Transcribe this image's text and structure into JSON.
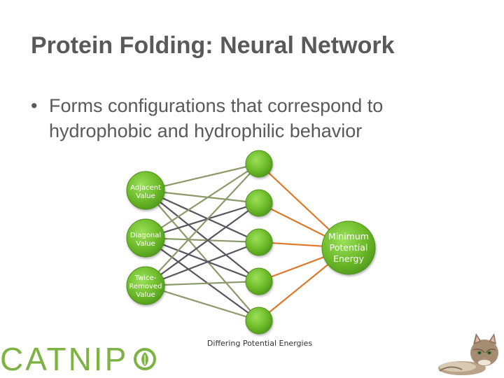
{
  "slide": {
    "title": "Protein Folding: Neural Network",
    "bullets": [
      {
        "text": "Forms configurations that correspond to hydrophobic and hydrophilic behavior"
      }
    ],
    "bullet_char": "•"
  },
  "diagram": {
    "inputs": [
      {
        "lines": [
          "Adjacent",
          "Value"
        ]
      },
      {
        "lines": [
          "Diagonal",
          "Value"
        ]
      },
      {
        "lines": [
          "Twice-",
          "Removed",
          "Value"
        ]
      }
    ],
    "hidden_count": 5,
    "output": {
      "lines": [
        "Minimum",
        "Potential",
        "Energy"
      ]
    },
    "caption": "Differing Potential Energies",
    "colors": {
      "node": "#6dbb2a",
      "node_edge": "#4f8f1a",
      "input_edge_green": "#8b9a6a",
      "input_edge_dark": "#5b5360",
      "output_edge": "#e0782a"
    }
  },
  "footer": {
    "brand": "CATNIP",
    "brand_color": "#7cb342",
    "logo_icon": "leaf-circle-icon",
    "mascot_icon": "cat-icon"
  }
}
